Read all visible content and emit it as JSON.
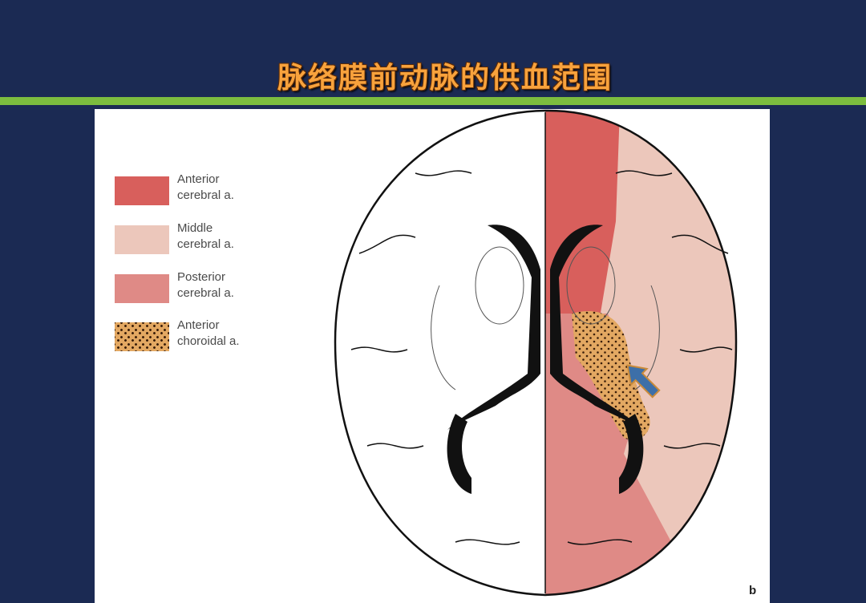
{
  "title": "脉络膜前动脉的供血范围",
  "legend": [
    {
      "line1": "Anterior",
      "line2": "cerebral a.",
      "color": "#d85f5c",
      "pattern": "solid"
    },
    {
      "line1": "Middle",
      "line2": "cerebral a.",
      "color": "#ecc7bb",
      "pattern": "solid"
    },
    {
      "line1": "Posterior",
      "line2": "cerebral a.",
      "color": "#df8a86",
      "pattern": "solid"
    },
    {
      "line1": "Anterior",
      "line2": "choroidal a.",
      "color": "#e3a862",
      "pattern": "dotted"
    }
  ],
  "figure_label": "b",
  "arrow_color": "#3d6fa8",
  "colors": {
    "background": "#1b2a53",
    "rule": "#7cbd3f",
    "title": "#f8a23c"
  }
}
